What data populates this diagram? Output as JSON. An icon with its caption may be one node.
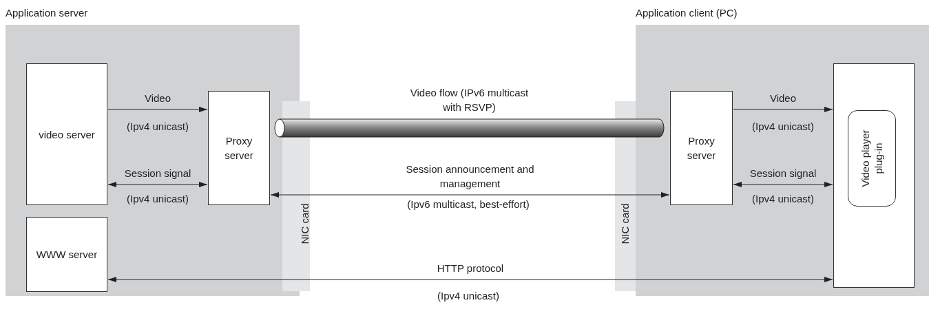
{
  "diagram": {
    "nodes": [
      {
        "text": [
          "Application server"
        ]
      },
      {
        "text": [
          "Application client (PC)"
        ]
      },
      {
        "text": [
          "video server"
        ],
        "in": 0
      },
      {
        "text": [
          "Proxy server"
        ],
        "in": 0
      },
      {
        "text": [
          "WWW server"
        ],
        "in": 0
      },
      {
        "text": [
          "NIC card"
        ]
      },
      {
        "text": [],
        "shape": "cylinder",
        "beside": [
          "Video flow (IPv6 multicast with RSVP)"
        ]
      },
      {
        "text": [
          "NIC card"
        ]
      },
      {
        "text": [
          "Proxy server"
        ],
        "in": 1
      },
      {
        "text": [],
        "shape": "box",
        "in": 1
      },
      {
        "text": [
          "Video player plug-in"
        ],
        "in": 9
      }
    ],
    "edges": [
      {
        "from": 2,
        "to": 3,
        "arrow": "to",
        "label": "Video"
      },
      {
        "from": 2,
        "to": 3,
        "arrow": "both",
        "label": "Session signal"
      },
      {
        "from": 3,
        "to": 8,
        "arrow": "both",
        "label": "Session announcement and management"
      },
      {
        "from": 4,
        "to": 9,
        "arrow": "both",
        "label": "HTTP protocol"
      },
      {
        "from": 8,
        "to": 9,
        "arrow": "to",
        "label": "Video"
      },
      {
        "from": 8,
        "to": 9,
        "arrow": "both",
        "label": "Session signal"
      }
    ],
    "labels": [
      "(Ipv4 unicast)",
      "(Ipv4 unicast)",
      "(Ipv4 unicast)",
      "(Ipv6 multicast, best-effort)",
      "(Ipv4 unicast)",
      "(Ipv4 unicast)"
    ]
  }
}
